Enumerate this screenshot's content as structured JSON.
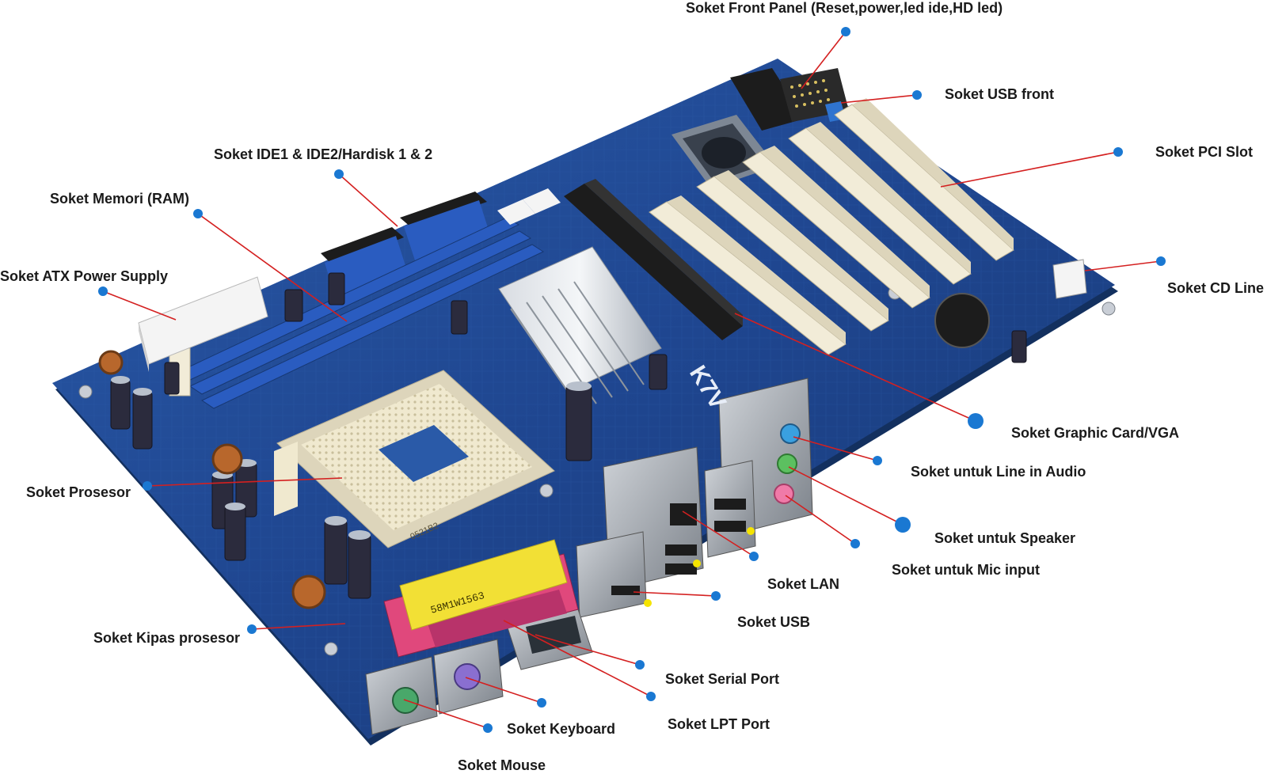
{
  "labels": {
    "front_panel": "Soket Front Panel (Reset,power,led ide,HD led)",
    "usb_front": "Soket USB front",
    "pci_slot": "Soket PCI Slot",
    "ide": "Soket IDE1 & IDE2/Hardisk 1 & 2",
    "ram": "Soket Memori (RAM)",
    "atx_power": "Soket ATX Power Supply",
    "cd_line": "Soket CD Line",
    "graphic_card": "Soket Graphic Card/VGA",
    "line_in": "Soket untuk Line in Audio",
    "processor": "Soket Prosesor",
    "speaker": "Soket untuk Speaker",
    "lan": "Soket LAN",
    "mic": "Soket untuk Mic input",
    "usb": "Soket USB",
    "cpu_fan": "Soket Kipas prosesor",
    "serial": "Soket Serial Port",
    "keyboard": "Soket Keyboard",
    "lpt": "Soket LPT Port",
    "mouse": "Soket  Mouse"
  },
  "board_text": {
    "model": "K7V",
    "sticker_code": "58M1W1563",
    "socket_code": "0521B2"
  },
  "colors": {
    "board": "#1f4690",
    "leader_line": "#d42020",
    "marker_dot": "#1a78d2",
    "label_text": "#1a1a1a",
    "ram_slot": "#2a5cc0",
    "pci_slot": "#f2ecd8",
    "agp_slot": "#1c1c1c",
    "cpu_socket": "#f0e9cf",
    "lpt_port": "#e0487c",
    "keyboard_port": "#8a6fd0",
    "mouse_port": "#49a86a",
    "audio_blue": "#3aa0e0",
    "audio_green": "#5cc060",
    "audio_pink": "#f07aa8"
  }
}
